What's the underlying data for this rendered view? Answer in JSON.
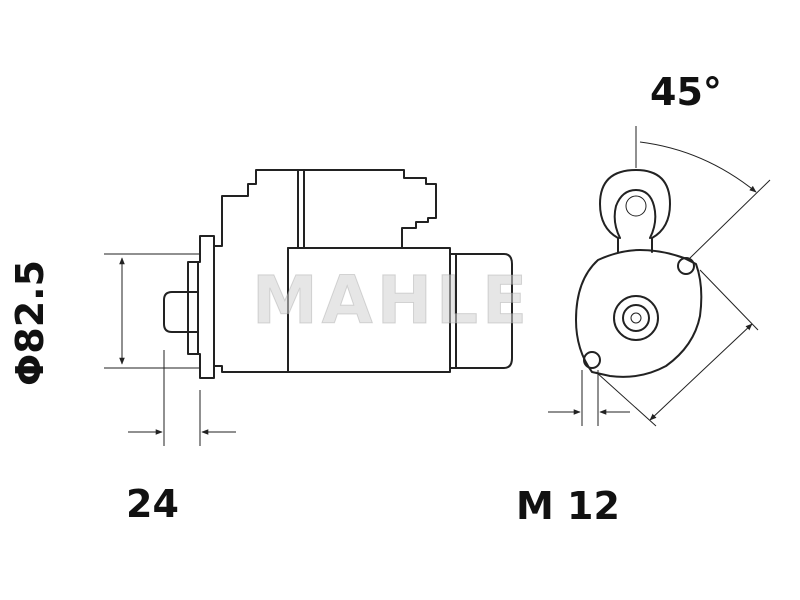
{
  "dimensions": {
    "diameter": "Φ82.5",
    "flange_offset": "24",
    "angle": "45°",
    "thread": "M 12"
  },
  "watermark": "MAHLE",
  "colors": {
    "line": "#222222",
    "text": "#111111",
    "background": "#ffffff"
  }
}
